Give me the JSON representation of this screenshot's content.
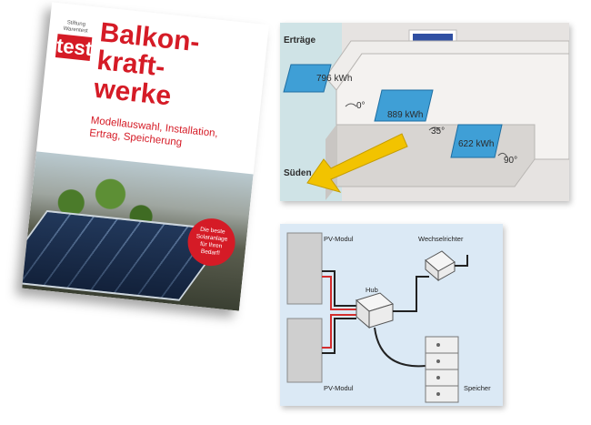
{
  "book": {
    "brand_small": "Stiftung Warentest",
    "brand_big": "test",
    "title_line1": "Balkon-",
    "title_line2": "kraft-",
    "title_line3": "werke",
    "subtitle": "Modellauswahl, Installation, Ertrag, Speicherung",
    "badge": "Die beste Solaranlage für Ihren Bedarf!"
  },
  "balcony": {
    "yields_label": "Erträge",
    "south_label": "Süden",
    "panels": [
      {
        "yield": "796 kWh",
        "angle": "0°"
      },
      {
        "yield": "889 kWh",
        "angle": "35°"
      },
      {
        "yield": "622 kWh",
        "angle": "90°"
      }
    ]
  },
  "wiring": {
    "pv_top": "PV-Modul",
    "pv_bottom": "PV-Modul",
    "inverter": "Wechselrichter",
    "hub": "Hub",
    "storage": "Speicher"
  }
}
